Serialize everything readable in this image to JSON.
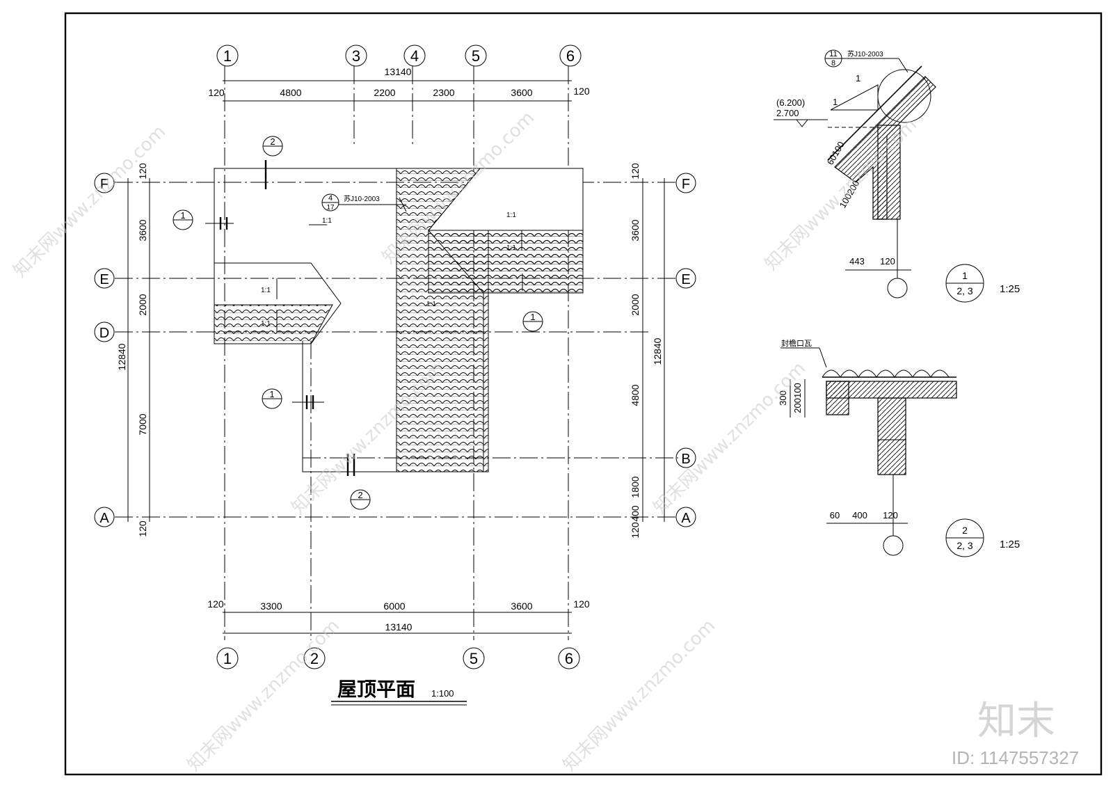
{
  "title": "屋顶平面",
  "scale_main": "1:100",
  "grid_x_top": [
    "1",
    "3",
    "4",
    "5",
    "6"
  ],
  "grid_x_bottom": [
    "1",
    "2",
    "5",
    "6"
  ],
  "grid_y": [
    "F",
    "E",
    "D",
    "B",
    "A"
  ],
  "dims": {
    "top_total": "13140",
    "top_segments": [
      "120",
      "4800",
      "2200",
      "2300",
      "3600",
      "120"
    ],
    "bottom_total": "13140",
    "bottom_segments": [
      "120",
      "3300",
      "6000",
      "3600",
      "120"
    ],
    "left_total": "12840",
    "left_segments": [
      "120",
      "3600",
      "2000",
      "7000",
      "120"
    ],
    "right_total": "12840",
    "right_segments": [
      "120",
      "3600",
      "2000",
      "4800",
      "1800",
      "400",
      "120"
    ]
  },
  "plan_labels": {
    "ref_4_17_top": "4",
    "ref_4_17_bottom": "17",
    "ref_4_17_text": "苏J10-2003",
    "slope": "1:1",
    "sec1": "1",
    "sec2": "2"
  },
  "detail1": {
    "ref_top": "11",
    "ref_bottom": "8",
    "ref_text": "苏J10-2003",
    "slope_v": "1",
    "slope_h": "1",
    "elev_paren": "(6.200)",
    "elev": "2.700",
    "dim_60100": "60100",
    "dim_100200": "100200",
    "dim_443": "443",
    "dim_120": "120",
    "tag_top": "1",
    "tag_bottom": "2, 3",
    "scale": "1:25"
  },
  "detail2": {
    "label": "封檐口瓦",
    "dim_300": "300",
    "dim_200100": "200100",
    "dim_60": "60",
    "dim_400": "400",
    "dim_120": "120",
    "tag_top": "2",
    "tag_bottom": "2, 3",
    "scale": "1:25"
  },
  "brand": "知末",
  "id_text": "ID: 1147557327",
  "watermark": "知末网www.znzmo.com"
}
